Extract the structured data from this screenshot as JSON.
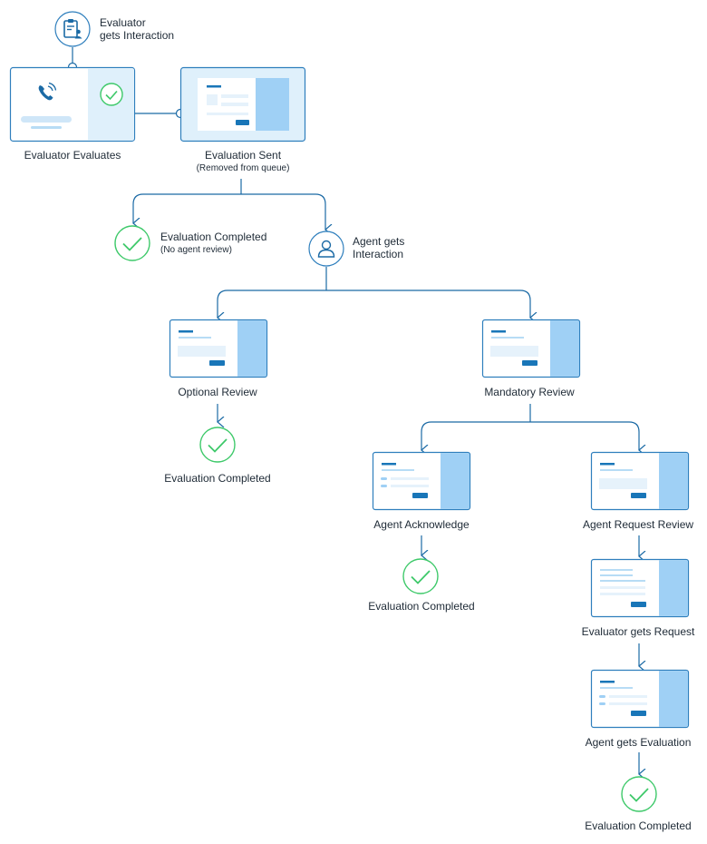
{
  "nodes": {
    "evaluator_gets_interaction": {
      "line1": "Evaluator",
      "line2": "gets Interaction",
      "icon": "clipboard-user-icon"
    },
    "evaluator_evaluates": {
      "label": "Evaluator Evaluates",
      "icon": "phone-icon"
    },
    "evaluation_sent": {
      "label": "Evaluation Sent",
      "sublabel": "(Removed from queue)"
    },
    "evaluation_completed_no_review": {
      "label": "Evaluation Completed",
      "sublabel": "(No agent review)"
    },
    "agent_gets_interaction": {
      "line1": "Agent gets",
      "line2": "Interaction",
      "icon": "user-icon"
    },
    "optional_review": {
      "label": "Optional Review"
    },
    "optional_completed": {
      "label": "Evaluation Completed"
    },
    "mandatory_review": {
      "label": "Mandatory Review"
    },
    "agent_acknowledge": {
      "label": "Agent Acknowledge"
    },
    "acknowledge_completed": {
      "label": "Evaluation Completed"
    },
    "agent_request_review": {
      "label": "Agent Request Review"
    },
    "evaluator_gets_request": {
      "label": "Evaluator gets Request"
    },
    "agent_gets_evaluation": {
      "label": "Agent gets Evaluation"
    },
    "final_completed": {
      "label": "Evaluation Completed"
    }
  },
  "colors": {
    "line": "#1b6aa5",
    "card_border": "#2f7fbd",
    "card_panel": "#9fd0f5",
    "card_panel_light": "#dff0fb",
    "bar_dark": "#1976b8",
    "bar_light": "#b7dcf5",
    "bar_pale": "#e6f2fb",
    "check": "#3ec96a",
    "text": "#1e2a36"
  }
}
